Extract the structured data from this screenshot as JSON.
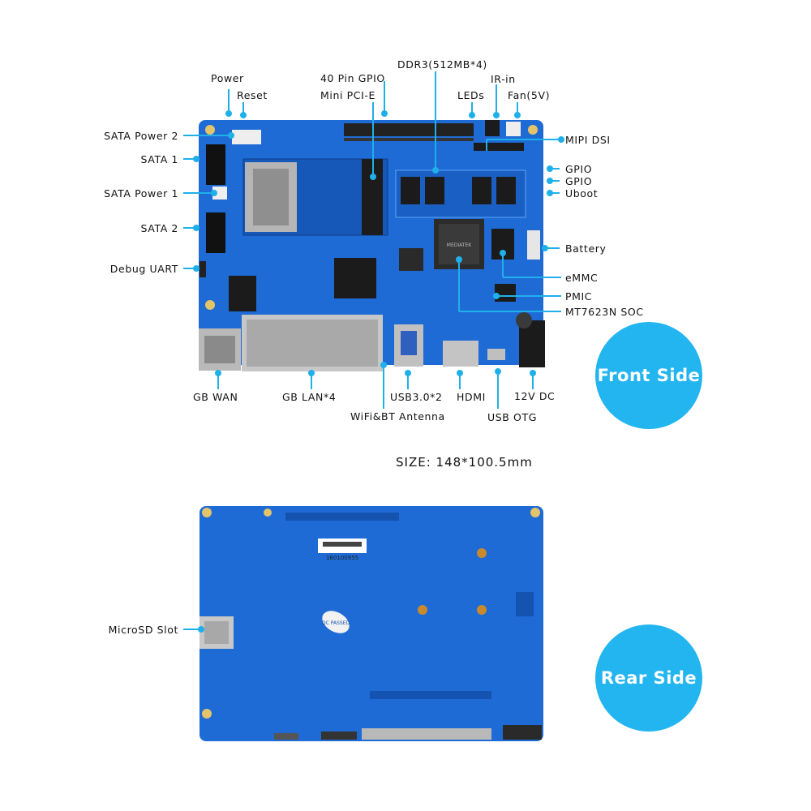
{
  "colors": {
    "accent": "#22b5f0",
    "board": "#1e6bd6",
    "board_dark": "#1553b0",
    "gold": "#d9b24c"
  },
  "front": {
    "labels": {
      "power": "Power",
      "reset": "Reset",
      "gpio40": "40 Pin GPIO",
      "mini_pcie": "Mini PCI-E",
      "ddr3": "DDR3(512MB*4)",
      "ir_in": "IR-in",
      "leds": "LEDs",
      "fan": "Fan(5V)",
      "sata_power_2": "SATA Power 2",
      "sata_1": "SATA 1",
      "sata_power_1": "SATA Power 1",
      "sata_2": "SATA 2",
      "debug_uart": "Debug UART",
      "mipi_dsi": "MIPI DSI",
      "gpio_a": "GPIO",
      "gpio_b": "GPIO",
      "uboot": "Uboot",
      "battery": "Battery",
      "emmc": "eMMC",
      "pmic": "PMIC",
      "soc": "MT7623N SOC",
      "gb_wan": "GB WAN",
      "gb_lan": "GB LAN*4",
      "usb3": "USB3.0*2",
      "wifi_bt": "WiFi&BT Antenna",
      "hdmi": "HDMI",
      "usb_otg": "USB OTG",
      "dc12v": "12V DC"
    },
    "badge": "Front Side",
    "chip_text": "MEDIATEK"
  },
  "size_text": "SIZE: 148*100.5mm",
  "rear": {
    "labels": {
      "microsd": "MicroSD Slot"
    },
    "badge": "Rear Side",
    "sticker": "160100955",
    "passed": "QC PASSED"
  }
}
